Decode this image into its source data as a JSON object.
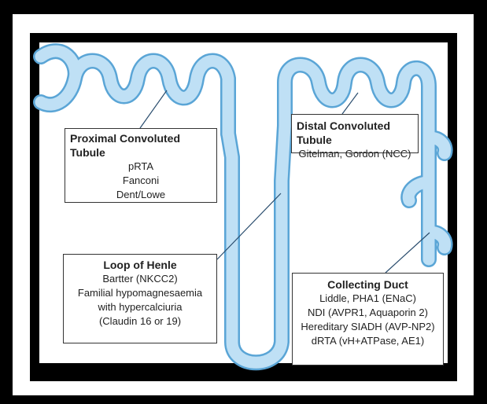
{
  "diagram": {
    "proximal": {
      "title": "Proximal Convoluted Tubule",
      "items": [
        "pRTA",
        "Fanconi",
        "Dent/Lowe"
      ]
    },
    "distal": {
      "title": "Distal Convoluted Tubule",
      "items": [
        "Gitelman, Gordon (NCC)"
      ]
    },
    "loop": {
      "title": "Loop of Henle",
      "items": [
        "Bartter (NKCC2)",
        "Familial hypomagnesaemia",
        "with hypercalciuria",
        "(Claudin 16 or 19)"
      ]
    },
    "collecting": {
      "title": "Collecting Duct",
      "items": [
        "Liddle, PHA1 (ENaC)",
        "NDI (AVPR1, Aquaporin 2)",
        "Hereditary SIADH (AVP-NP2)",
        "dRTA (vH+ATPase, AE1)"
      ]
    },
    "colors": {
      "tubule_fill": "#bfe0f5",
      "tubule_stroke": "#5aa5d6",
      "frame": "#000000"
    }
  }
}
